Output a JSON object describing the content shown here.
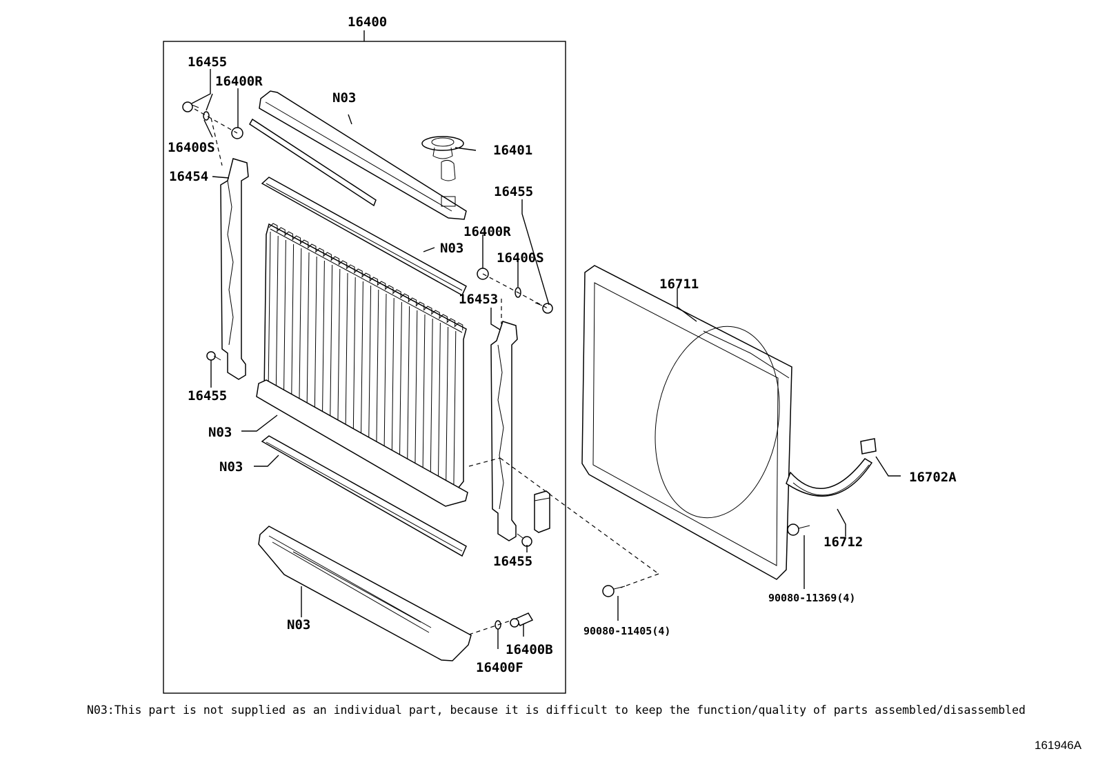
{
  "labels": {
    "assy_16400": "16400",
    "bolt_16455_top": "16455",
    "plug_16400r_left": "16400R",
    "oring_16400s_left": "16400S",
    "bracket_16454": "16454",
    "bolt_16455_left": "16455",
    "tank_n03_upper": "N03",
    "cap_16401": "16401",
    "bolt_16455_right": "16455",
    "plug_16400r_right": "16400R",
    "oring_16400s_right": "16400S",
    "gasket_n03_upper": "N03",
    "bracket_16453": "16453",
    "core_n03": "N03",
    "gasket_n03_lower": "N03",
    "bolt_16455_bottom": "16455",
    "tank_n03_lower": "N03",
    "drain_16400b": "16400B",
    "oring_16400f": "16400F",
    "shroud_16711": "16711",
    "clip_16702a": "16702A",
    "shroud_16712": "16712",
    "bolt_90080_11369": "90080-11369(4)",
    "bolt_90080_11405": "90080-11405(4)"
  },
  "footnote": "N03:This part is not supplied as an individual part, because it is difficult to keep the function/quality of parts assembled/disassembled",
  "diagram_code": "161946A"
}
